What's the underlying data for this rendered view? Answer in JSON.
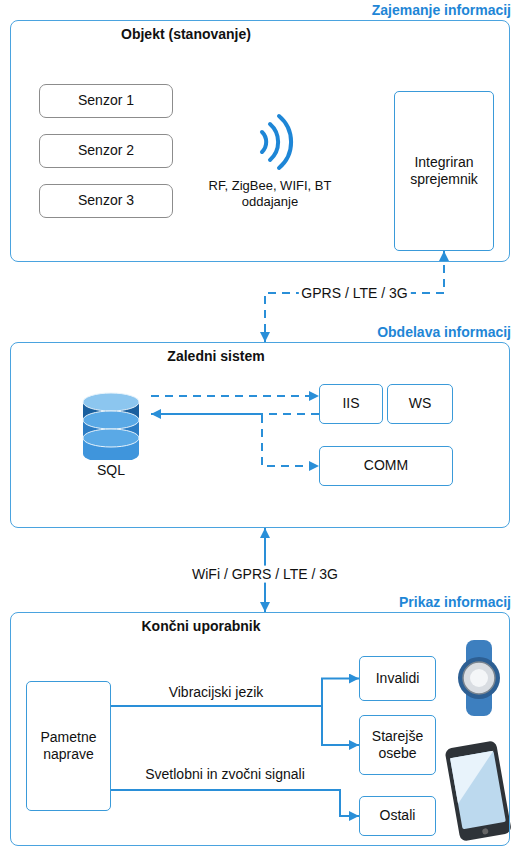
{
  "diagram": {
    "nodes": [
      {
        "text": [
          "Zajemanje informacij",
          "Objekt (stanovanje)"
        ]
      },
      {
        "text": [
          "Senzor 1"
        ],
        "in": 0
      },
      {
        "text": [
          "Senzor 2"
        ],
        "in": 0
      },
      {
        "text": [
          "Senzor 3"
        ],
        "in": 0
      },
      {
        "text": [
          "Integriran sprejemnik"
        ],
        "in": 0
      },
      {
        "text": [
          "Obdelava informacij",
          "Zaledni sistem"
        ]
      },
      {
        "text": [
          "SQL"
        ],
        "in": 5
      },
      {
        "text": [
          "IIS"
        ],
        "in": 5
      },
      {
        "text": [
          "WS"
        ],
        "in": 5
      },
      {
        "text": [
          "COMM"
        ],
        "in": 5
      },
      {
        "text": [
          "Prikaz informacij",
          "Končni uporabnik"
        ]
      },
      {
        "text": [
          "Pametne naprave"
        ],
        "in": 10
      },
      {
        "text": [
          "Invalidi"
        ],
        "in": 10
      },
      {
        "text": [
          "Starejše osebe"
        ],
        "in": 10
      },
      {
        "text": [
          "Ostali"
        ],
        "in": 10
      }
    ],
    "edges": [
      {
        "from": 4,
        "to": 5,
        "label": "GPRS / LTE / 3G",
        "arrow": "both"
      },
      {
        "from": 6,
        "to": 7,
        "arrow": "to"
      },
      {
        "from": 7,
        "to": 6,
        "arrow": "to"
      },
      {
        "from": 6,
        "to": 9,
        "arrow": "to"
      },
      {
        "from": 5,
        "to": 10,
        "label": "WiFi / GPRS / LTE / 3G",
        "arrow": "both"
      },
      {
        "from": 11,
        "to": 12,
        "label": "Vibracijski jezik",
        "arrow": "to"
      },
      {
        "from": 11,
        "to": 13,
        "arrow": "to"
      },
      {
        "from": 11,
        "to": 14,
        "label": "Svetlobni in zvočni signali",
        "arrow": "to"
      }
    ],
    "labels": [
      "RF, ZigBee, WIFI, BT oddajanje"
    ]
  }
}
